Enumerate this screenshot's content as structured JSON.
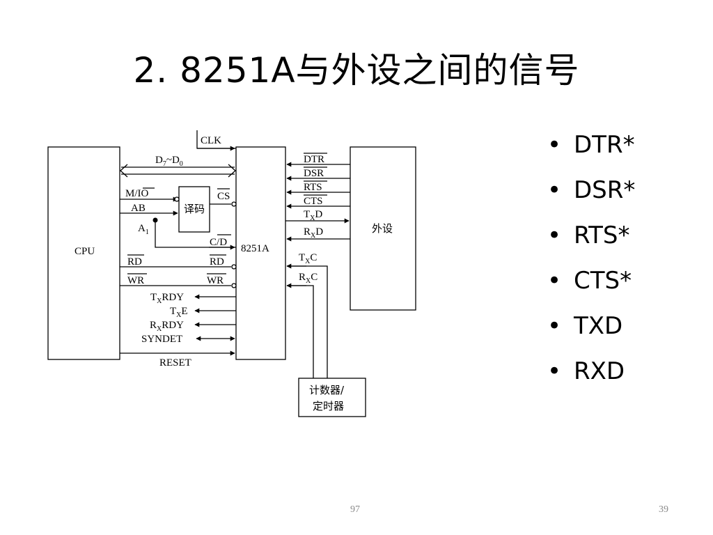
{
  "slide": {
    "title": "2. 8251A与外设之间的信号",
    "bullets": [
      "DTR*",
      "DSR*",
      "RTS*",
      "CTS*",
      "TXD",
      "RXD"
    ],
    "footer_center": "97",
    "page_number": "39"
  },
  "diagram": {
    "blocks": {
      "cpu": "CPU",
      "usart": "8251A",
      "decoder": "译码",
      "peripheral": "外设",
      "timer_line1": "计数器/",
      "timer_line2": "定时器"
    },
    "signals": {
      "clk": "CLK",
      "data_bus_d": "D",
      "data_bus_7": "7",
      "data_bus_tilde": "~D",
      "data_bus_0": "0",
      "m": "M/",
      "io": "IO",
      "ab": "AB",
      "cs": "CS",
      "a": "A",
      "a_sub": "1",
      "c": "C/",
      "d": "D",
      "rd_cpu": "RD",
      "rd_usart": "RD",
      "wr_cpu": "WR",
      "wr_usart": "WR",
      "t": "T",
      "r": "R",
      "x": "X",
      "txrdy_rest": "RDY",
      "txe_rest": "E",
      "rxrdy_rest": "RDY",
      "syndet": "SYNDET",
      "reset": "RESET",
      "dtr": "DTR",
      "dsr": "DSR",
      "rts": "RTS",
      "cts": "CTS",
      "txd_rest": "D",
      "rxd_rest": "D",
      "txc_rest": "C",
      "rxc_rest": "C"
    }
  }
}
